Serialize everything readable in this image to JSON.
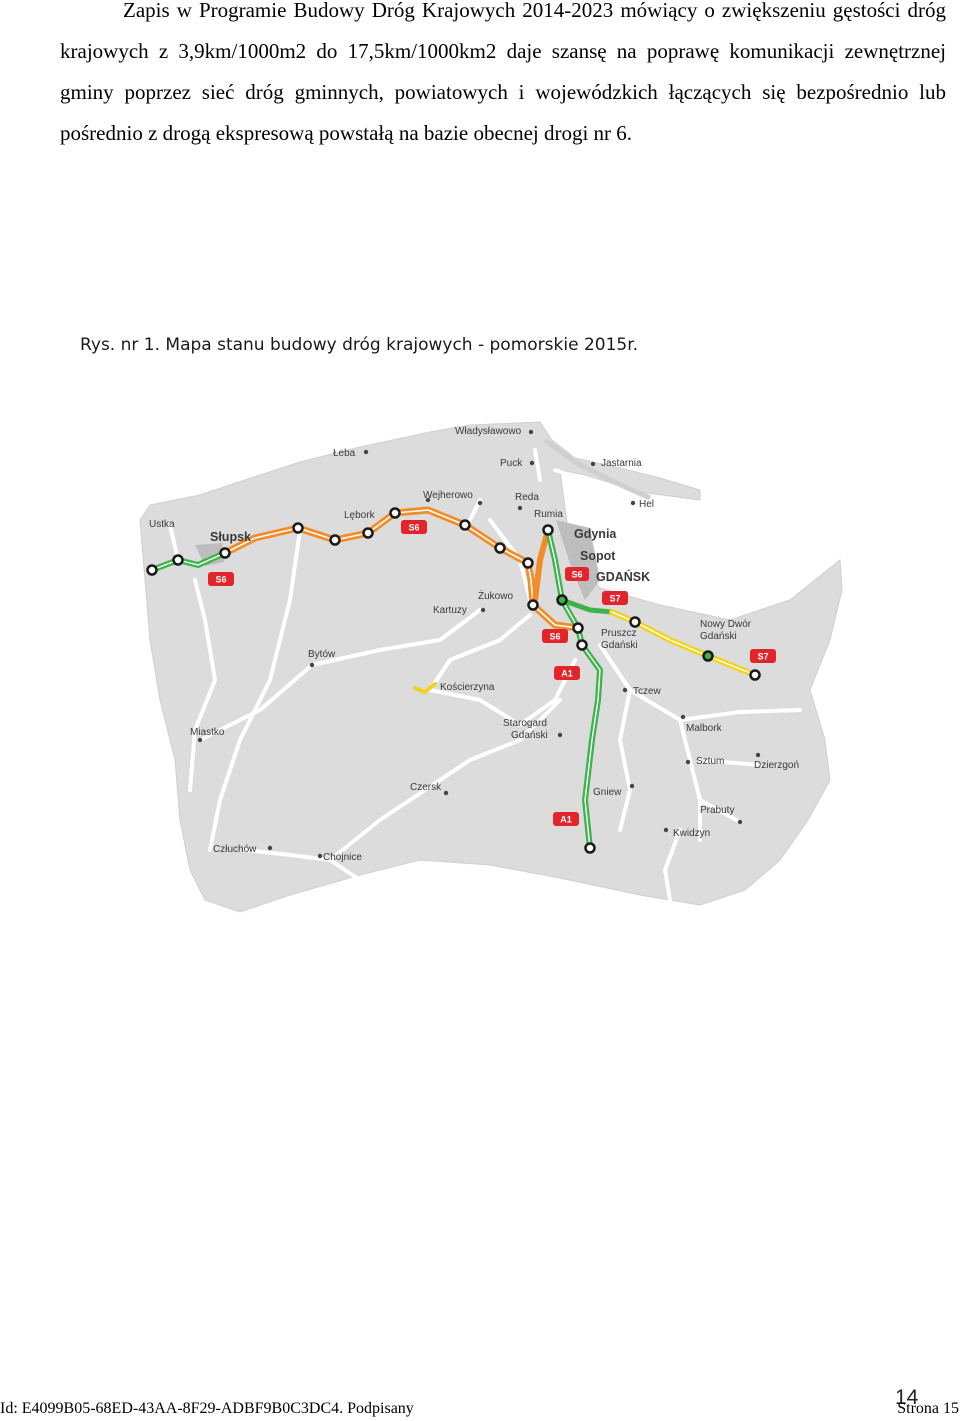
{
  "body_text": "Zapis w Programie Budowy Dróg Krajowych 2014-2023 mówiący o zwiększeniu gęstości dróg krajowych z 3,9km/1000m2 do 17,5km/1000km2 daje szansę na poprawę komunikacji zewnętrznej gminy poprzez sieć dróg gminnych, powiatowych i wojewódzkich łączących się bezpośrednio lub pośrednio z drogą ekspresową powstałą na bazie obecnej drogi nr 6.",
  "figure_caption": "Rys. nr 1.  Mapa stanu budowy dróg krajowych - pomorskie 2015r.",
  "map": {
    "cities": {
      "wladyslawowo": "Władysławowo",
      "leba": "Łeba",
      "puck": "Puck",
      "jastarnia": "Jastarnia",
      "hel": "Hel",
      "ustka": "Ustka",
      "slupsk": "Słupsk",
      "lebork": "Lębork",
      "wejherowo": "Wejherowo",
      "reda": "Reda",
      "rumia": "Rumia",
      "gdynia": "Gdynia",
      "sopot": "Sopot",
      "gdansk": "GDAŃSK",
      "zukowo": "Żukowo",
      "kartuzy": "Kartuzy",
      "pruszcz_1": "Pruszcz",
      "pruszcz_2": "Gdański",
      "nowy_dwor_1": "Nowy Dwór",
      "nowy_dwor_2": "Gdański",
      "bytow": "Bytów",
      "koscierzyna": "Kościerzyna",
      "tczew": "Tczew",
      "miastko": "Miastko",
      "starogard_1": "Starogard",
      "starogard_2": "Gdański",
      "malbork": "Malbork",
      "sztum": "Sztum",
      "dzierzgon": "Dzierzgoń",
      "czersk": "Czersk",
      "gniew": "Gniew",
      "prabuty": "Prabuty",
      "kwidzyn": "Kwidzyn",
      "czluchow": "Człuchów",
      "chojnice": "Chojnice"
    },
    "road_badges": {
      "s6_west": "S6",
      "s6_north": "S6",
      "s6_gdansk": "S6",
      "s6_south": "S6",
      "s7_gdansk": "S7",
      "s7_east": "S7",
      "a1_north": "A1",
      "a1_south": "A1"
    },
    "colors": {
      "land": "#dcdcdc",
      "minor_road": "#ffffff",
      "s6_under_construction": "#f28c28",
      "expressway_built": "#3cb44b",
      "s7_planned": "#f2d21b",
      "badge": "#e3242b"
    }
  },
  "footer": {
    "id_text": "Id: E4099B05-68ED-43AA-8F29-ADBF9B0C3DC4. Podpisany",
    "page_label": "Strona 15",
    "page_number": "14"
  }
}
